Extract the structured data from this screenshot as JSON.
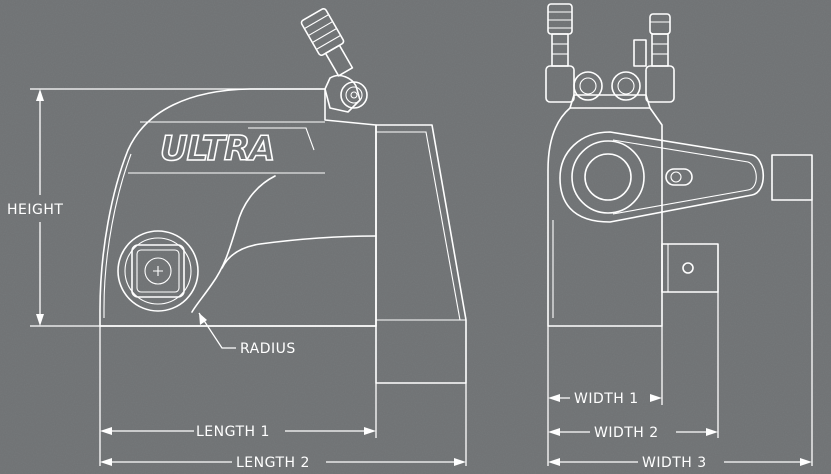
{
  "diagram": {
    "brand_logo": "ULTRA",
    "labels": {
      "height": "HEIGHT",
      "radius": "RADIUS",
      "length1": "LENGTH 1",
      "length2": "LENGTH 2",
      "width1": "WIDTH 1",
      "width2": "WIDTH 2",
      "width3": "WIDTH 3"
    },
    "colors": {
      "background": "#6f7274",
      "linework": "#ffffff"
    }
  }
}
